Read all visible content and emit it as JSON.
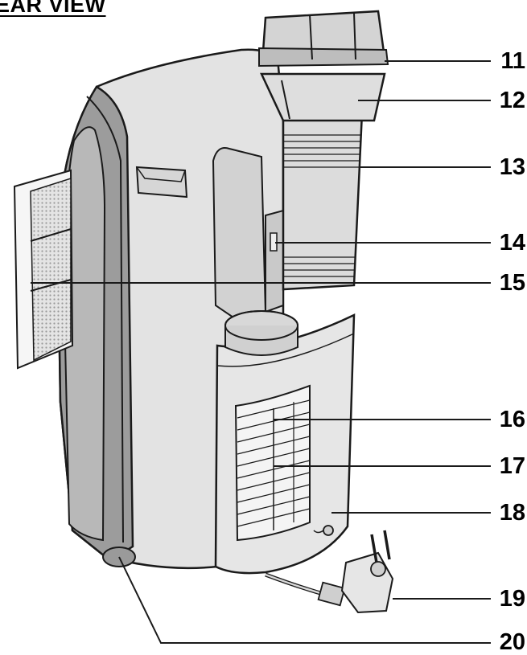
{
  "title": "EAR VIEW",
  "callouts": [
    {
      "label": "11",
      "part": "exhaust-nozzle"
    },
    {
      "label": "12",
      "part": "hose-connector"
    },
    {
      "label": "13",
      "part": "exhaust-hose"
    },
    {
      "label": "14",
      "part": "hose-socket-latch"
    },
    {
      "label": "15",
      "part": "hose-socket"
    },
    {
      "label": "16",
      "part": "lower-air-filter"
    },
    {
      "label": "17",
      "part": "lower-air-inlet"
    },
    {
      "label": "18",
      "part": "drain-outlet"
    },
    {
      "label": "19",
      "part": "power-plug"
    },
    {
      "label": "20",
      "part": "castor-wheel"
    }
  ]
}
